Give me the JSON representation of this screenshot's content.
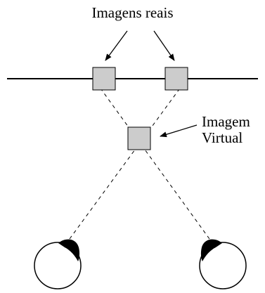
{
  "labels": {
    "real_images": "Imagens reais",
    "virtual_image_line1": "Imagem",
    "virtual_image_line2": "Virtual"
  },
  "colors": {
    "square_fill": "#cccccc",
    "stroke": "#000000",
    "background": "#ffffff"
  },
  "icons": {
    "eye": "eye-icon"
  }
}
